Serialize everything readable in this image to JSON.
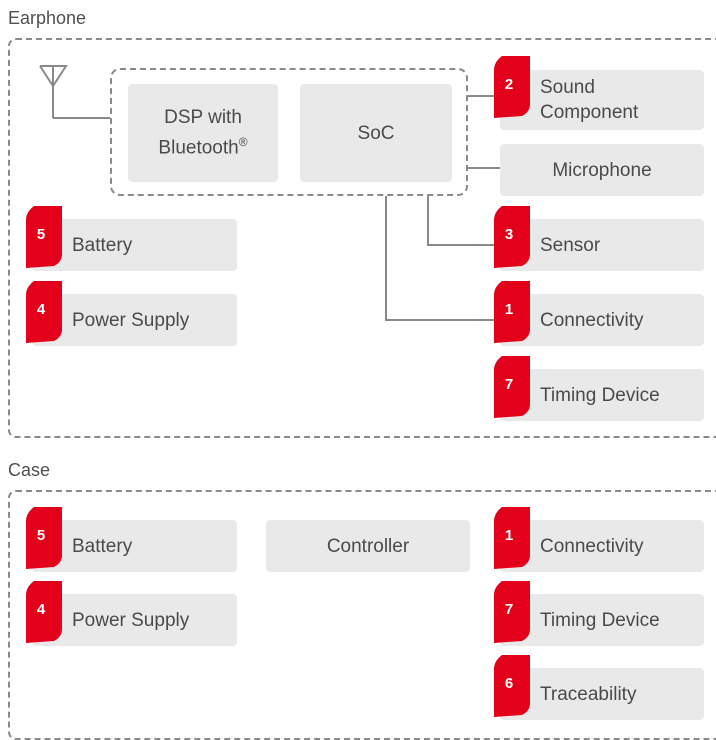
{
  "earphone": {
    "title": "Earphone",
    "antenna_icon": "antenna-icon",
    "dsp": {
      "line1": "DSP with",
      "line2": "Bluetooth",
      "mark": "®"
    },
    "soc": "SoC",
    "sound": {
      "num": "2",
      "line1": "Sound",
      "line2": "Component"
    },
    "microphone": "Microphone",
    "sensor": {
      "num": "3",
      "label": "Sensor"
    },
    "connectivity": {
      "num": "1",
      "label": "Connectivity"
    },
    "timing": {
      "num": "7",
      "label": "Timing Device"
    },
    "battery": {
      "num": "5",
      "label": "Battery"
    },
    "power": {
      "num": "4",
      "label": "Power Supply"
    }
  },
  "case": {
    "title": "Case",
    "battery": {
      "num": "5",
      "label": "Battery"
    },
    "power": {
      "num": "4",
      "label": "Power Supply"
    },
    "controller": "Controller",
    "connectivity": {
      "num": "1",
      "label": "Connectivity"
    },
    "timing": {
      "num": "7",
      "label": "Timing Device"
    },
    "traceability": {
      "num": "6",
      "label": "Traceability"
    }
  },
  "colors": {
    "badge_red": "#e3001b",
    "box_gray": "#e9e9ea",
    "line_gray": "#8a8a8a"
  }
}
